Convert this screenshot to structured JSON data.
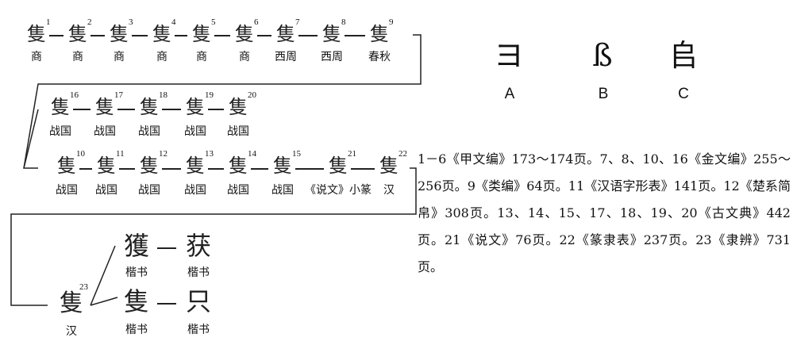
{
  "evolution": {
    "row1": [
      {
        "glyph": "隻",
        "num": "1",
        "period": "商"
      },
      {
        "glyph": "隻",
        "num": "2",
        "period": "商"
      },
      {
        "glyph": "隻",
        "num": "3",
        "period": "商"
      },
      {
        "glyph": "隻",
        "num": "4",
        "period": "商"
      },
      {
        "glyph": "隻",
        "num": "5",
        "period": "商"
      },
      {
        "glyph": "隻",
        "num": "6",
        "period": "商"
      },
      {
        "glyph": "隻",
        "num": "7",
        "period": "西周"
      },
      {
        "glyph": "隻",
        "num": "8",
        "period": "西周"
      },
      {
        "glyph": "隻",
        "num": "9",
        "period": "春秋"
      }
    ],
    "row2": [
      {
        "glyph": "隻",
        "num": "16",
        "period": "战国"
      },
      {
        "glyph": "隻",
        "num": "17",
        "period": "战国"
      },
      {
        "glyph": "隻",
        "num": "18",
        "period": "战国"
      },
      {
        "glyph": "隻",
        "num": "19",
        "period": "战国"
      },
      {
        "glyph": "隻",
        "num": "20",
        "period": "战国"
      }
    ],
    "row3": [
      {
        "glyph": "隻",
        "num": "10",
        "period": "战国"
      },
      {
        "glyph": "隻",
        "num": "11",
        "period": "战国"
      },
      {
        "glyph": "隻",
        "num": "12",
        "period": "战国"
      },
      {
        "glyph": "隻",
        "num": "13",
        "period": "战国"
      },
      {
        "glyph": "隻",
        "num": "14",
        "period": "战国"
      },
      {
        "glyph": "隻",
        "num": "15",
        "period": "战国"
      },
      {
        "glyph": "隻",
        "num": "21",
        "period": "《说文》小篆"
      },
      {
        "glyph": "隻",
        "num": "22",
        "period": "汉"
      }
    ],
    "row4": {
      "han": {
        "glyph": "隻",
        "num": "23",
        "period": "汉"
      },
      "upper": [
        {
          "glyph": "獲",
          "period": "楷书"
        },
        {
          "glyph": "获",
          "period": "楷书"
        }
      ],
      "lower": [
        {
          "glyph": "隻",
          "period": "楷书"
        },
        {
          "glyph": "只",
          "period": "楷书"
        }
      ]
    }
  },
  "components": [
    {
      "glyph": "ヨ",
      "label": "A"
    },
    {
      "glyph": "ß",
      "label": "B"
    },
    {
      "glyph": "𠂤",
      "label": "C"
    }
  ],
  "note": "1－6《甲文编》173～174页。7、8、10、16《金文编》255～256页。9《类编》64页。11《汉语字形表》141页。12《楚系简帛》308页。13、14、15、17、18、19、20《古文典》442页。21《说文》76页。22《篆隶表》237页。23《隶辨》731页。"
}
